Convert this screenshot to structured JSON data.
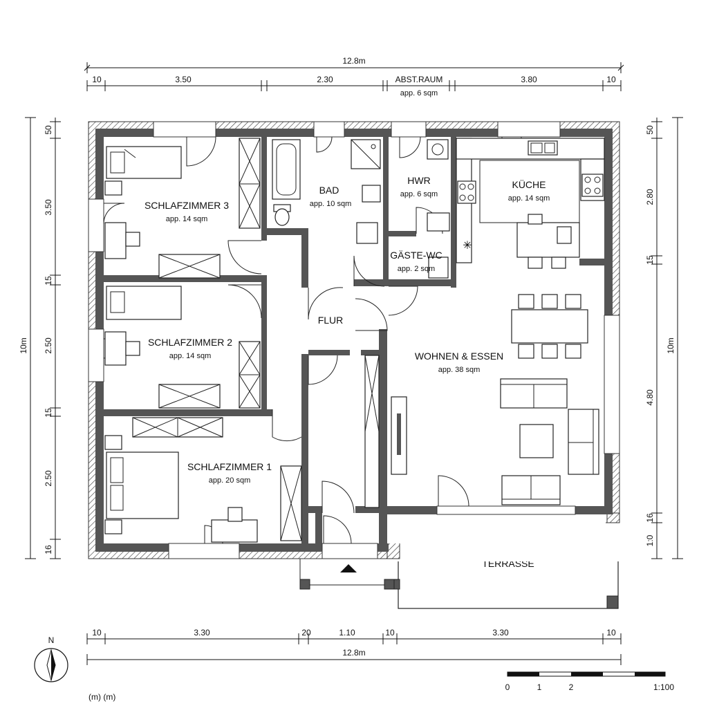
{
  "dimensions": {
    "top_total": "12.8m",
    "top_segments": [
      "10",
      "3.50",
      "2.30",
      "3.80",
      "10"
    ],
    "abst_label": "ABST.RAUM",
    "abst_area": "app. 6 sqm",
    "bottom_total": "12.8m",
    "bottom_segments": [
      "10",
      "3.30",
      "20",
      "1.10",
      "10",
      "3.30",
      "10"
    ],
    "left_total": "10m",
    "left_segments": [
      "50",
      "3.50",
      "15",
      "2.50",
      "15",
      "2.50",
      "16"
    ],
    "right_total": "10m",
    "right_segments": [
      "50",
      "2.80",
      "15",
      "4.80",
      "16",
      "1:0"
    ]
  },
  "rooms": {
    "schlafzimmer3": {
      "name": "SCHLAFZIMMER 3",
      "area": "app. 14 sqm"
    },
    "schlafzimmer2": {
      "name": "SCHLAFZIMMER 2",
      "area": "app. 14 sqm"
    },
    "schlafzimmer1": {
      "name": "SCHLAFZIMMER 1",
      "area": "app. 20 sqm"
    },
    "bad": {
      "name": "BAD",
      "area": "app. 10 sqm"
    },
    "hwr": {
      "name": "HWR",
      "area": "app. 6 sqm"
    },
    "gaeste_wc": {
      "name": "GÄSTE-WC",
      "area": "app. 2 sqm"
    },
    "kueche": {
      "name": "KÜCHE",
      "area": "app. 14 sqm"
    },
    "flur": {
      "name": "FLUR"
    },
    "wohnen": {
      "name": "WOHNEN & ESSEN",
      "area": "app. 38 sqm"
    },
    "terrasse": {
      "name": "TERRASSE"
    }
  },
  "legend": {
    "north": "N",
    "units": "(m) (m)",
    "scale_ticks": [
      "0",
      "1",
      "2"
    ],
    "scale_ratio": "1:100"
  },
  "colors": {
    "wall": "#555555",
    "line": "#222222"
  }
}
